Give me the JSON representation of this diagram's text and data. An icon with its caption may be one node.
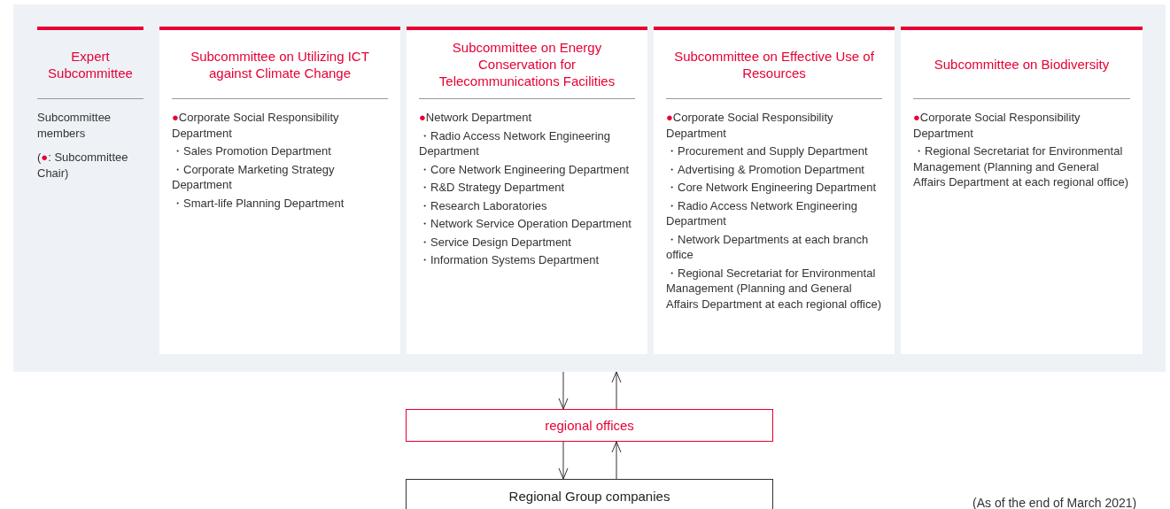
{
  "diagram": {
    "nodes": [
      {
        "text": [],
        "shape": "box"
      },
      {
        "text": [
          "Expert Subcommittee",
          "Subcommittee members",
          "(●: Subcommittee Chair)"
        ],
        "in": 0
      },
      {
        "text": [
          "Subcommittee on Utilizing ICT against Climate Change",
          "●Corporate Social Responsibility Department",
          "・Sales Promotion Department",
          "・Corporate Marketing Strategy Department",
          "・Smart-life Planning Department"
        ],
        "in": 0
      },
      {
        "text": [
          "Subcommittee on Energy Conservation for Telecommunications Facilities",
          "●Network Department",
          "・Radio Access Network Engineering Department",
          "・Core Network Engineering Department",
          "・R&D Strategy Department",
          "・Research Laboratories",
          "・Network Service Operation Department",
          "・Service Design Department",
          "・Information Systems Department"
        ],
        "in": 0
      },
      {
        "text": [
          "Subcommittee on Effective Use of Resources",
          "●Corporate Social Responsibility Department",
          "・Procurement and Supply Department",
          "・Advertising & Promotion Department",
          "・Core Network Engineering Department",
          "・Radio Access Network Engineering Department",
          "・Network Departments at each branch office",
          "・Regional Secretariat for Environmental Management (Planning and General Affairs Department at each regional office)"
        ],
        "in": 0
      },
      {
        "text": [
          "Subcommittee on Biodiversity",
          "●Corporate Social Responsibility Department",
          "・Regional Secretariat for Environmental Management (Planning and General Affairs Department at each regional office)"
        ],
        "in": 0
      },
      {
        "text": [
          "regional offices"
        ]
      },
      {
        "text": [
          "Regional Group companies"
        ]
      }
    ],
    "edges": [
      {
        "from": 0,
        "to": 6,
        "arrow": "to"
      },
      {
        "from": 6,
        "to": 0,
        "arrow": "to"
      },
      {
        "from": 6,
        "to": 7,
        "arrow": "to"
      },
      {
        "from": 7,
        "to": 6,
        "arrow": "to"
      }
    ],
    "labels": [
      "(As of the end of March 2021)"
    ]
  }
}
